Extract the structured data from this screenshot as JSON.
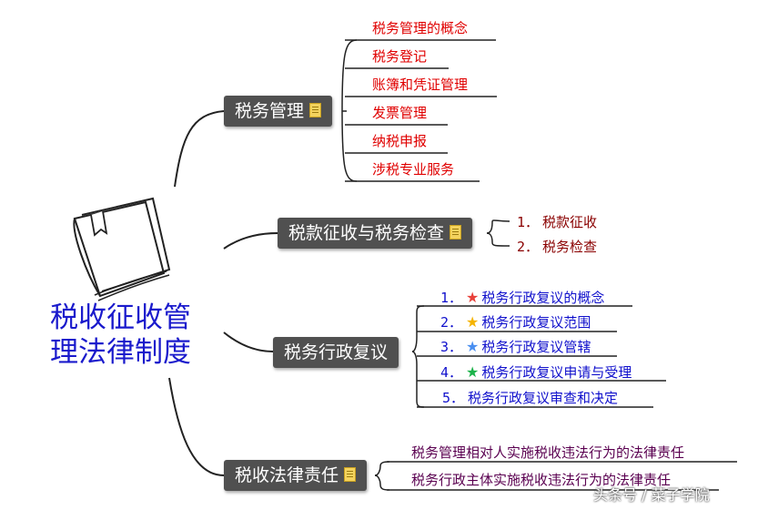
{
  "root": {
    "title": "税收征收管理法律制度"
  },
  "branches": {
    "tax_admin": {
      "label": "税务管理",
      "items": [
        "税务管理的概念",
        "税务登记",
        "账簿和凭证管理",
        "发票管理",
        "纳税申报",
        "涉税专业服务"
      ]
    },
    "collection": {
      "label": "税款征收与税务检查",
      "items": [
        {
          "num": "1．",
          "text": "税款征收"
        },
        {
          "num": "2．",
          "text": "税务检查"
        }
      ]
    },
    "review": {
      "label": "税务行政复议",
      "items": [
        {
          "num": "1．",
          "star_color": "#e8413a",
          "text": "税务行政复议的概念"
        },
        {
          "num": "2．",
          "star_color": "#f5b400",
          "text": "税务行政复议范围"
        },
        {
          "num": "3．",
          "star_color": "#4a8ff0",
          "text": "税务行政复议管辖"
        },
        {
          "num": "4．",
          "star_color": "#1cb34a",
          "text": "税务行政复议申请与受理"
        },
        {
          "num": "5．",
          "text": "税务行政复议审查和决定"
        }
      ]
    },
    "liability": {
      "label": "税收法律责任",
      "items": [
        "税务管理相对人实施税收违法行为的法律责任",
        "税务行政主体实施税收违法行为的法律责任"
      ]
    }
  },
  "watermark": "头条号 / 菜子学院"
}
